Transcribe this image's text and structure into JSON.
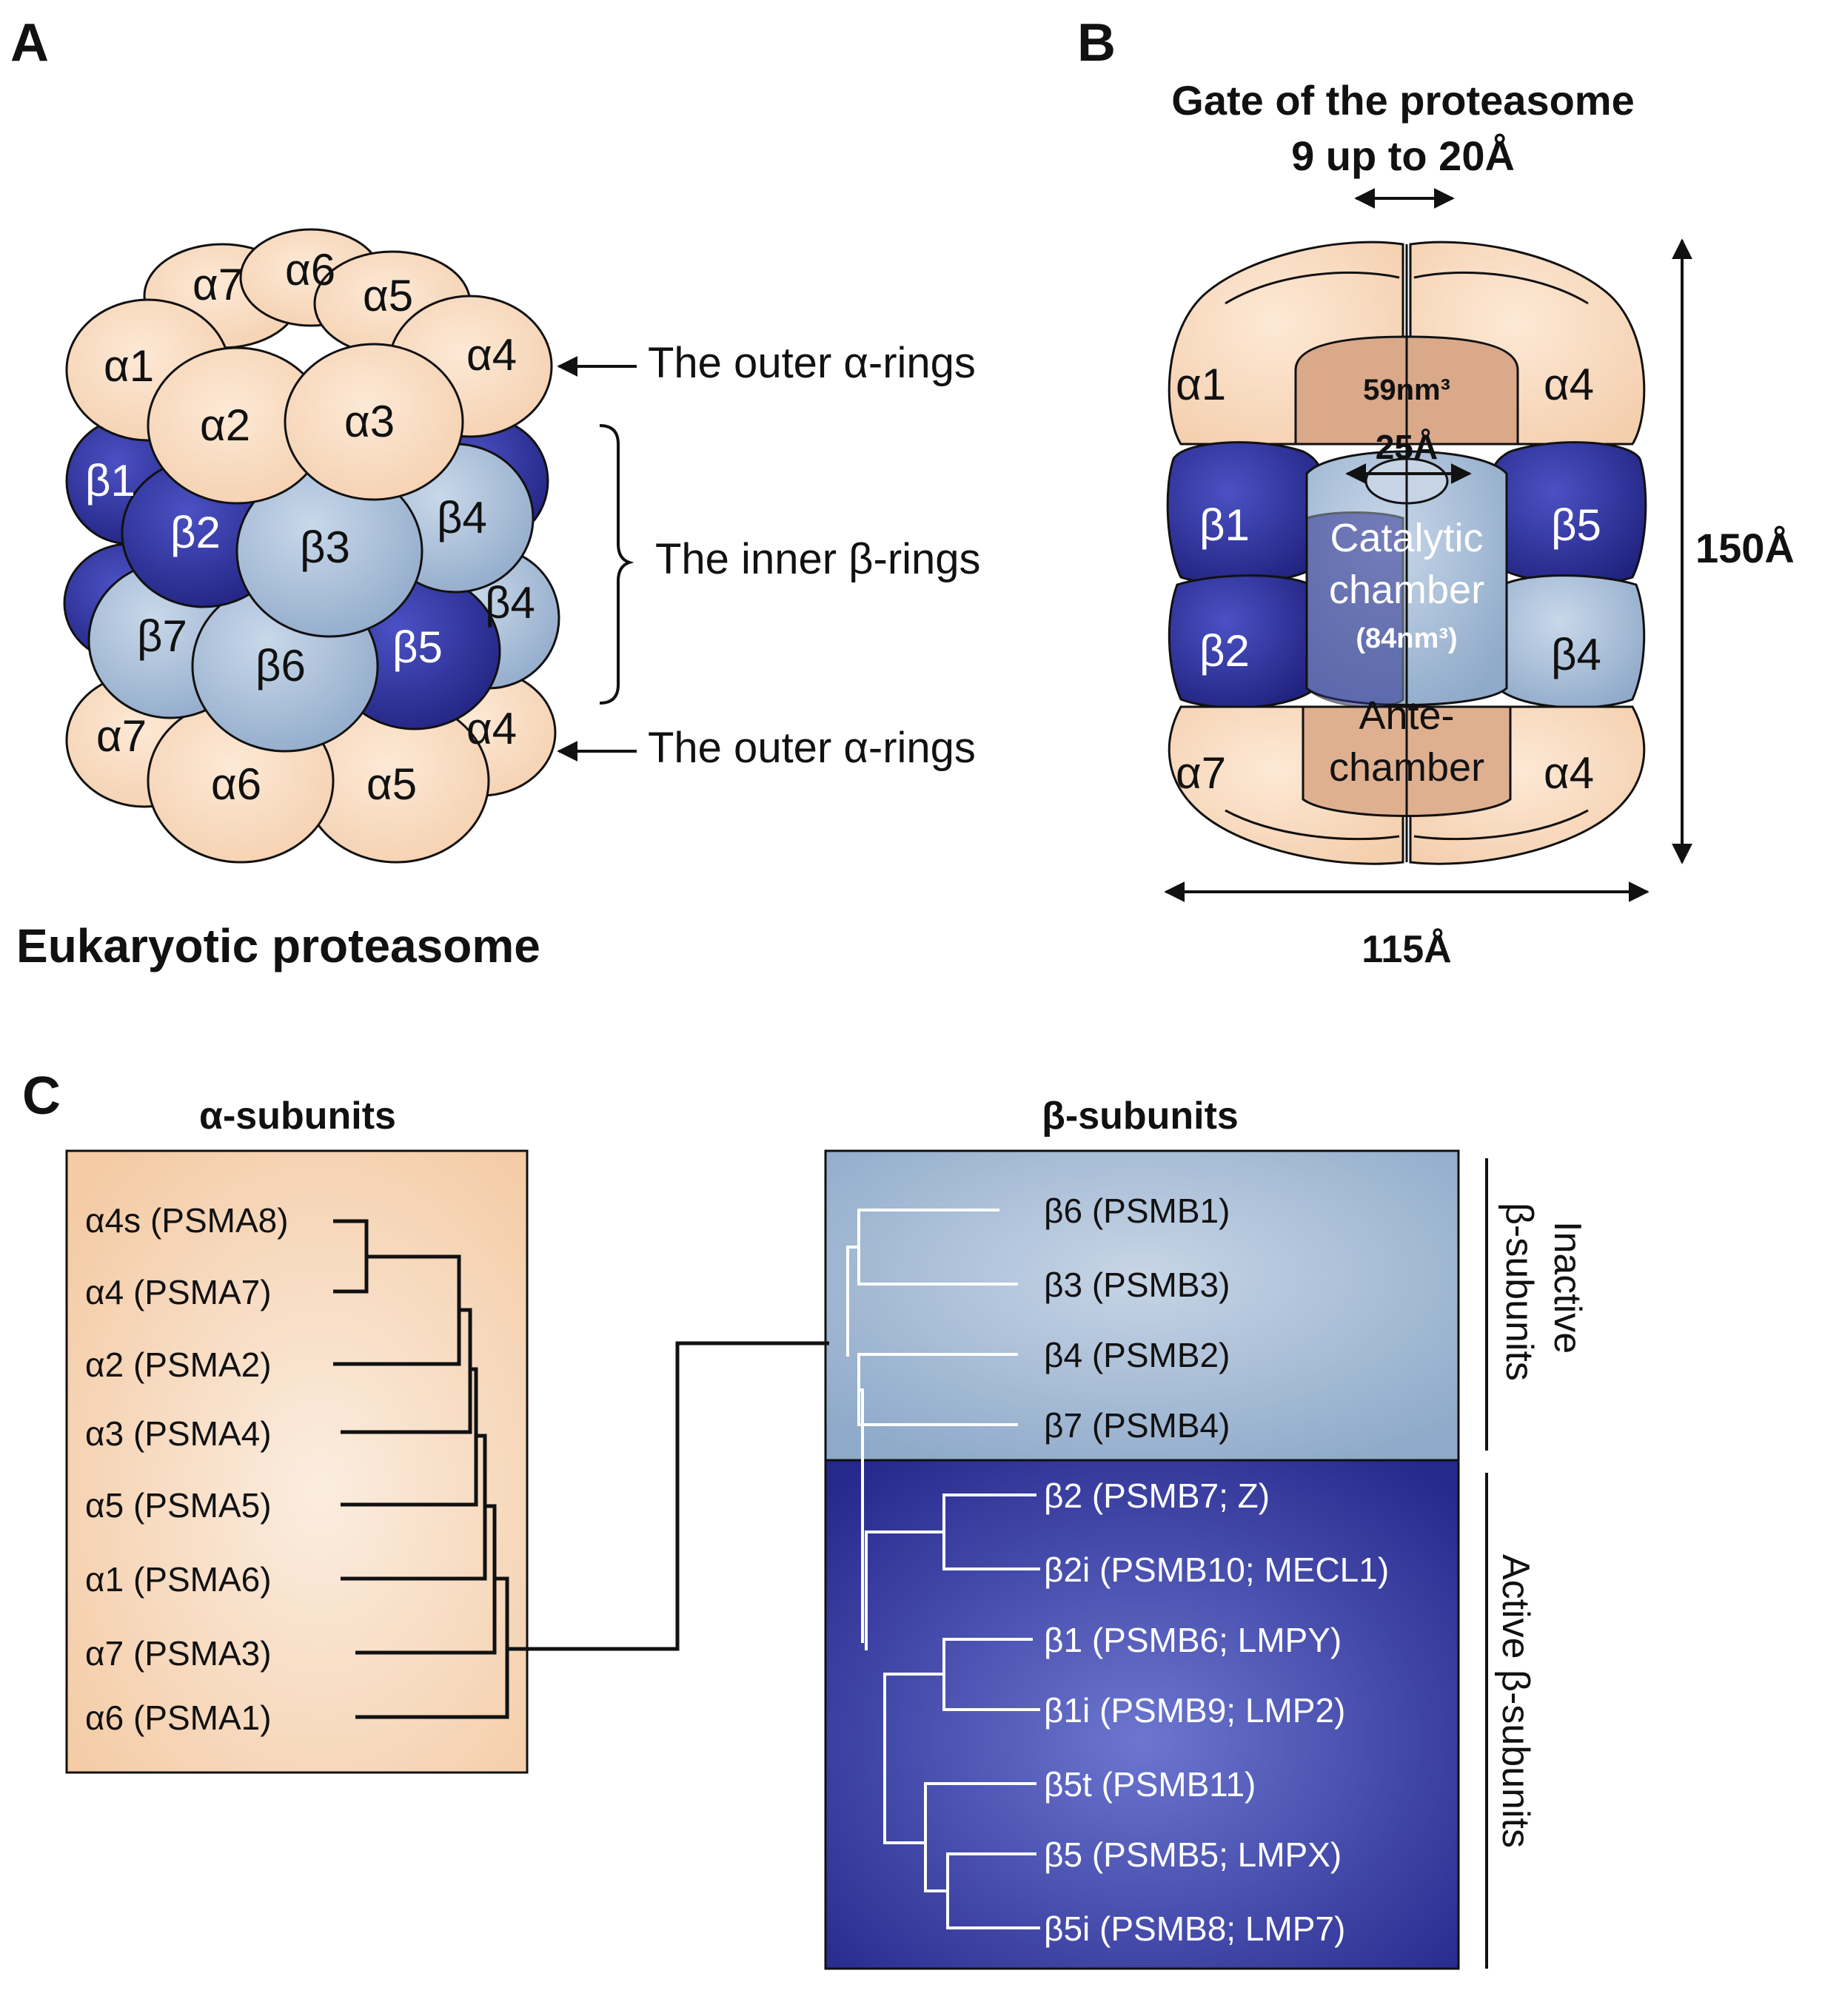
{
  "panel_a": {
    "letter": "A",
    "top_alpha": [
      "α7",
      "α6",
      "α5",
      "α1",
      "α4",
      "α2",
      "α3"
    ],
    "beta_upper": [
      "β1",
      "β2",
      "β3",
      "β4"
    ],
    "beta_lower": [
      "β4",
      "β7",
      "β6",
      "β5"
    ],
    "bottom_alpha": [
      "α7",
      "α4",
      "α6",
      "α5"
    ],
    "label_outer_top": "The outer α-rings",
    "label_inner": "The inner β-rings",
    "label_outer_bottom": "The outer α-rings",
    "caption": "Eukaryotic proteasome"
  },
  "panel_b": {
    "letter": "B",
    "gate_title": "Gate of the proteasome",
    "gate_size": "9 up to 20Å",
    "height_label": "150Å",
    "width_label": "115Å",
    "alpha_top_left": "α1",
    "alpha_top_right": "α4",
    "beta_left_upper": "β1",
    "beta_right_upper": "β5",
    "beta_left_lower": "β2",
    "beta_right_lower": "β4",
    "alpha_bottom_left": "α7",
    "alpha_bottom_right": "α4",
    "antechamber_volume": "59nm³",
    "pore_size": "25Å",
    "catalytic_line1": "Catalytic",
    "catalytic_line2": "chamber",
    "catalytic_volume": "(84nm³)",
    "antechamber_line1": "Ante-",
    "antechamber_line2": "chamber"
  },
  "panel_c": {
    "letter": "C",
    "alpha_title": "α-subunits",
    "beta_title": "β-subunits",
    "alpha_items": [
      "α4s (PSMA8)",
      "α4 (PSMA7)",
      "α2 (PSMA2)",
      "α3 (PSMA4)",
      "α5 (PSMA5)",
      "α1 (PSMA6)",
      "α7 (PSMA3)",
      "α6 (PSMA1)"
    ],
    "beta_inactive_items": [
      "β6 (PSMB1)",
      "β3 (PSMB3)",
      "β4 (PSMB2)",
      "β7 (PSMB4)"
    ],
    "beta_active_items": [
      "β2 (PSMB7; Z)",
      "β2i (PSMB10; MECL1)",
      "β1 (PSMB6; LMPY)",
      "β1i (PSMB9; LMP2)",
      "β5t (PSMB11)",
      "β5 (PSMB5; LMPX)",
      "β5i (PSMB8; LMP7)"
    ],
    "inactive_label_line1": "Inactive",
    "inactive_label_line2": "β-subunits",
    "active_label": "Active β-subunits"
  },
  "colors": {
    "alpha_fill": "#f8d9bd",
    "beta_light": "#a3bcd8",
    "beta_dark": "#2c2f9a",
    "alpha_box": "#f7d3b3",
    "inactive_box": "#9fb6d3",
    "active_box": "#2b2e95"
  }
}
